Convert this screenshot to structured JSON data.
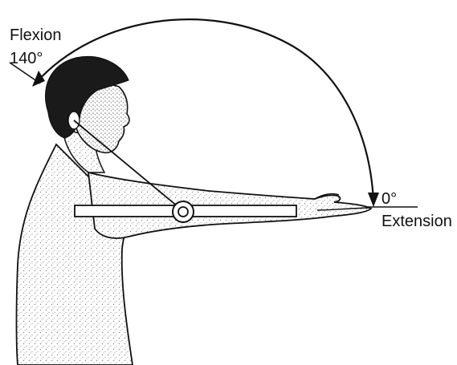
{
  "labels": {
    "flexion_title": "Flexion",
    "flexion_angle": "140°",
    "extension_angle": "0°",
    "extension_title": "Extension"
  },
  "figure": {
    "ink_color": "#111111",
    "stipple_color": "#8a8a8a",
    "paper_color": "#ffffff",
    "hair_color": "#1a1a1a",
    "arrow_icon": "curved-arc-arrow",
    "goniometer_icon": "goniometer-pivot"
  }
}
